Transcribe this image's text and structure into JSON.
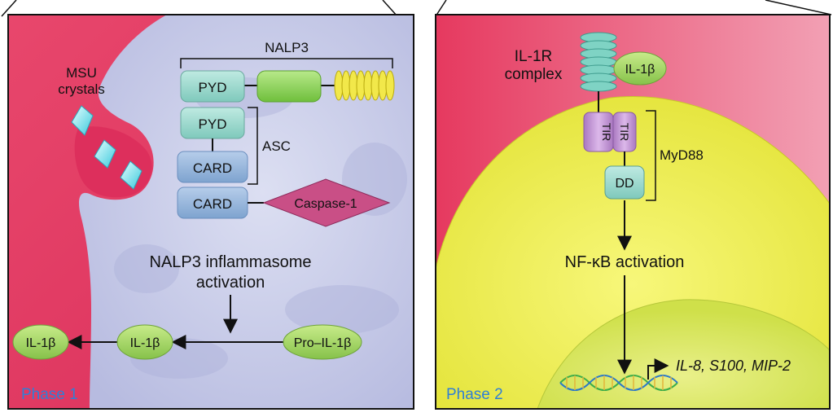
{
  "phase1": {
    "label": "Phase 1",
    "msu_line1": "MSU",
    "msu_line2": "crystals",
    "nalp3": "NALP3",
    "pyd_top": "PYD",
    "pyd_asc": "PYD",
    "asc": "ASC",
    "card_asc": "CARD",
    "card_casp": "CARD",
    "caspase": "Caspase-1",
    "activation_line1": "NALP3 inflammasome",
    "activation_line2": "activation",
    "pro_il1b": "Pro–IL-1β",
    "il1b_mid": "IL-1β",
    "il1b_left": "IL-1β"
  },
  "phase2": {
    "label": "Phase 2",
    "il1r_line1": "IL-1R",
    "il1r_line2": "complex",
    "il1b": "IL-1β",
    "tir1": "TIR",
    "tir2": "TIR",
    "myd88": "MyD88",
    "dd": "DD",
    "nfkb": "NF-κB activation",
    "genes": "IL-8, S100, MIP-2"
  },
  "colors": {
    "panel_red": "#e23a62",
    "panel2_pink": "#ec6f8d",
    "cell_lavender": "#c8cbe6",
    "pyd_teal": "#9fd9cf",
    "card_blue": "#8fb3d9",
    "caspase_magenta": "#c94f86",
    "il1b_green": "#a9d86a",
    "nucleus_yellow": "#eef05a",
    "tir_purple": "#c8a0d8",
    "phase_label": "#2f7fd6"
  }
}
